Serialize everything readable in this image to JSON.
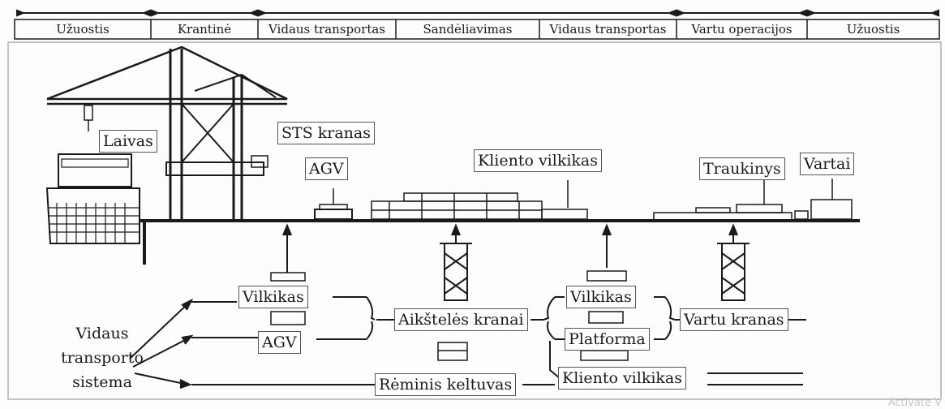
{
  "zones": [
    "Užuostis",
    "Krantinė",
    "Vidaus transportas",
    "Sandėliavimas",
    "Vidaus transportas",
    "Vartu operacijos",
    "Užuostis"
  ],
  "labels": {
    "laivas": "Laivas",
    "sts_kranas": "STS kranas",
    "agv_top": "AGV",
    "kliento_vilkikas_top": "Kliento vilkikas",
    "traukinys": "Traukinys",
    "vartai": "Vartai",
    "vilkikas_left": "Vilkikas",
    "agv_bottom": "AGV",
    "aikstele_kranai": "Aikštelės kranai",
    "vilkikas_right": "Vilkikas",
    "platforma": "Platforma",
    "vartu_kranas": "Vartu kranas",
    "reminis_keltuvas": "Rėminis keltuvas",
    "kliento_vilkikas_bottom": "Kliento vilkikas"
  },
  "system_label": [
    "Vidaus",
    "transporto",
    "sistema"
  ],
  "watermark": "Activate V"
}
